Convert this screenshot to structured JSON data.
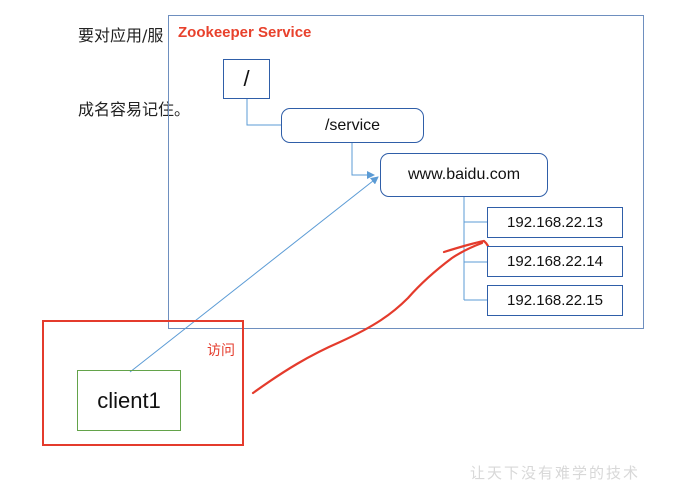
{
  "side_text": {
    "line1": "要对应用/服",
    "line2": "成名容易记住。"
  },
  "service": {
    "title": "Zookeeper Service",
    "root": "/",
    "service_node": "/service",
    "domain_node": "www.baidu.com",
    "ips": [
      "192.168.22.13",
      "192.168.22.14",
      "192.168.22.15"
    ]
  },
  "client": {
    "label": "client1",
    "access_label": "访问"
  },
  "watermark": "让天下没有难学的技术",
  "colors": {
    "title_red": "#e8412c",
    "node_border": "#2f5ea8",
    "client_border": "#63a34a",
    "highlight_red": "#e43b2c",
    "arrow_blue": "#5b9bd5"
  }
}
